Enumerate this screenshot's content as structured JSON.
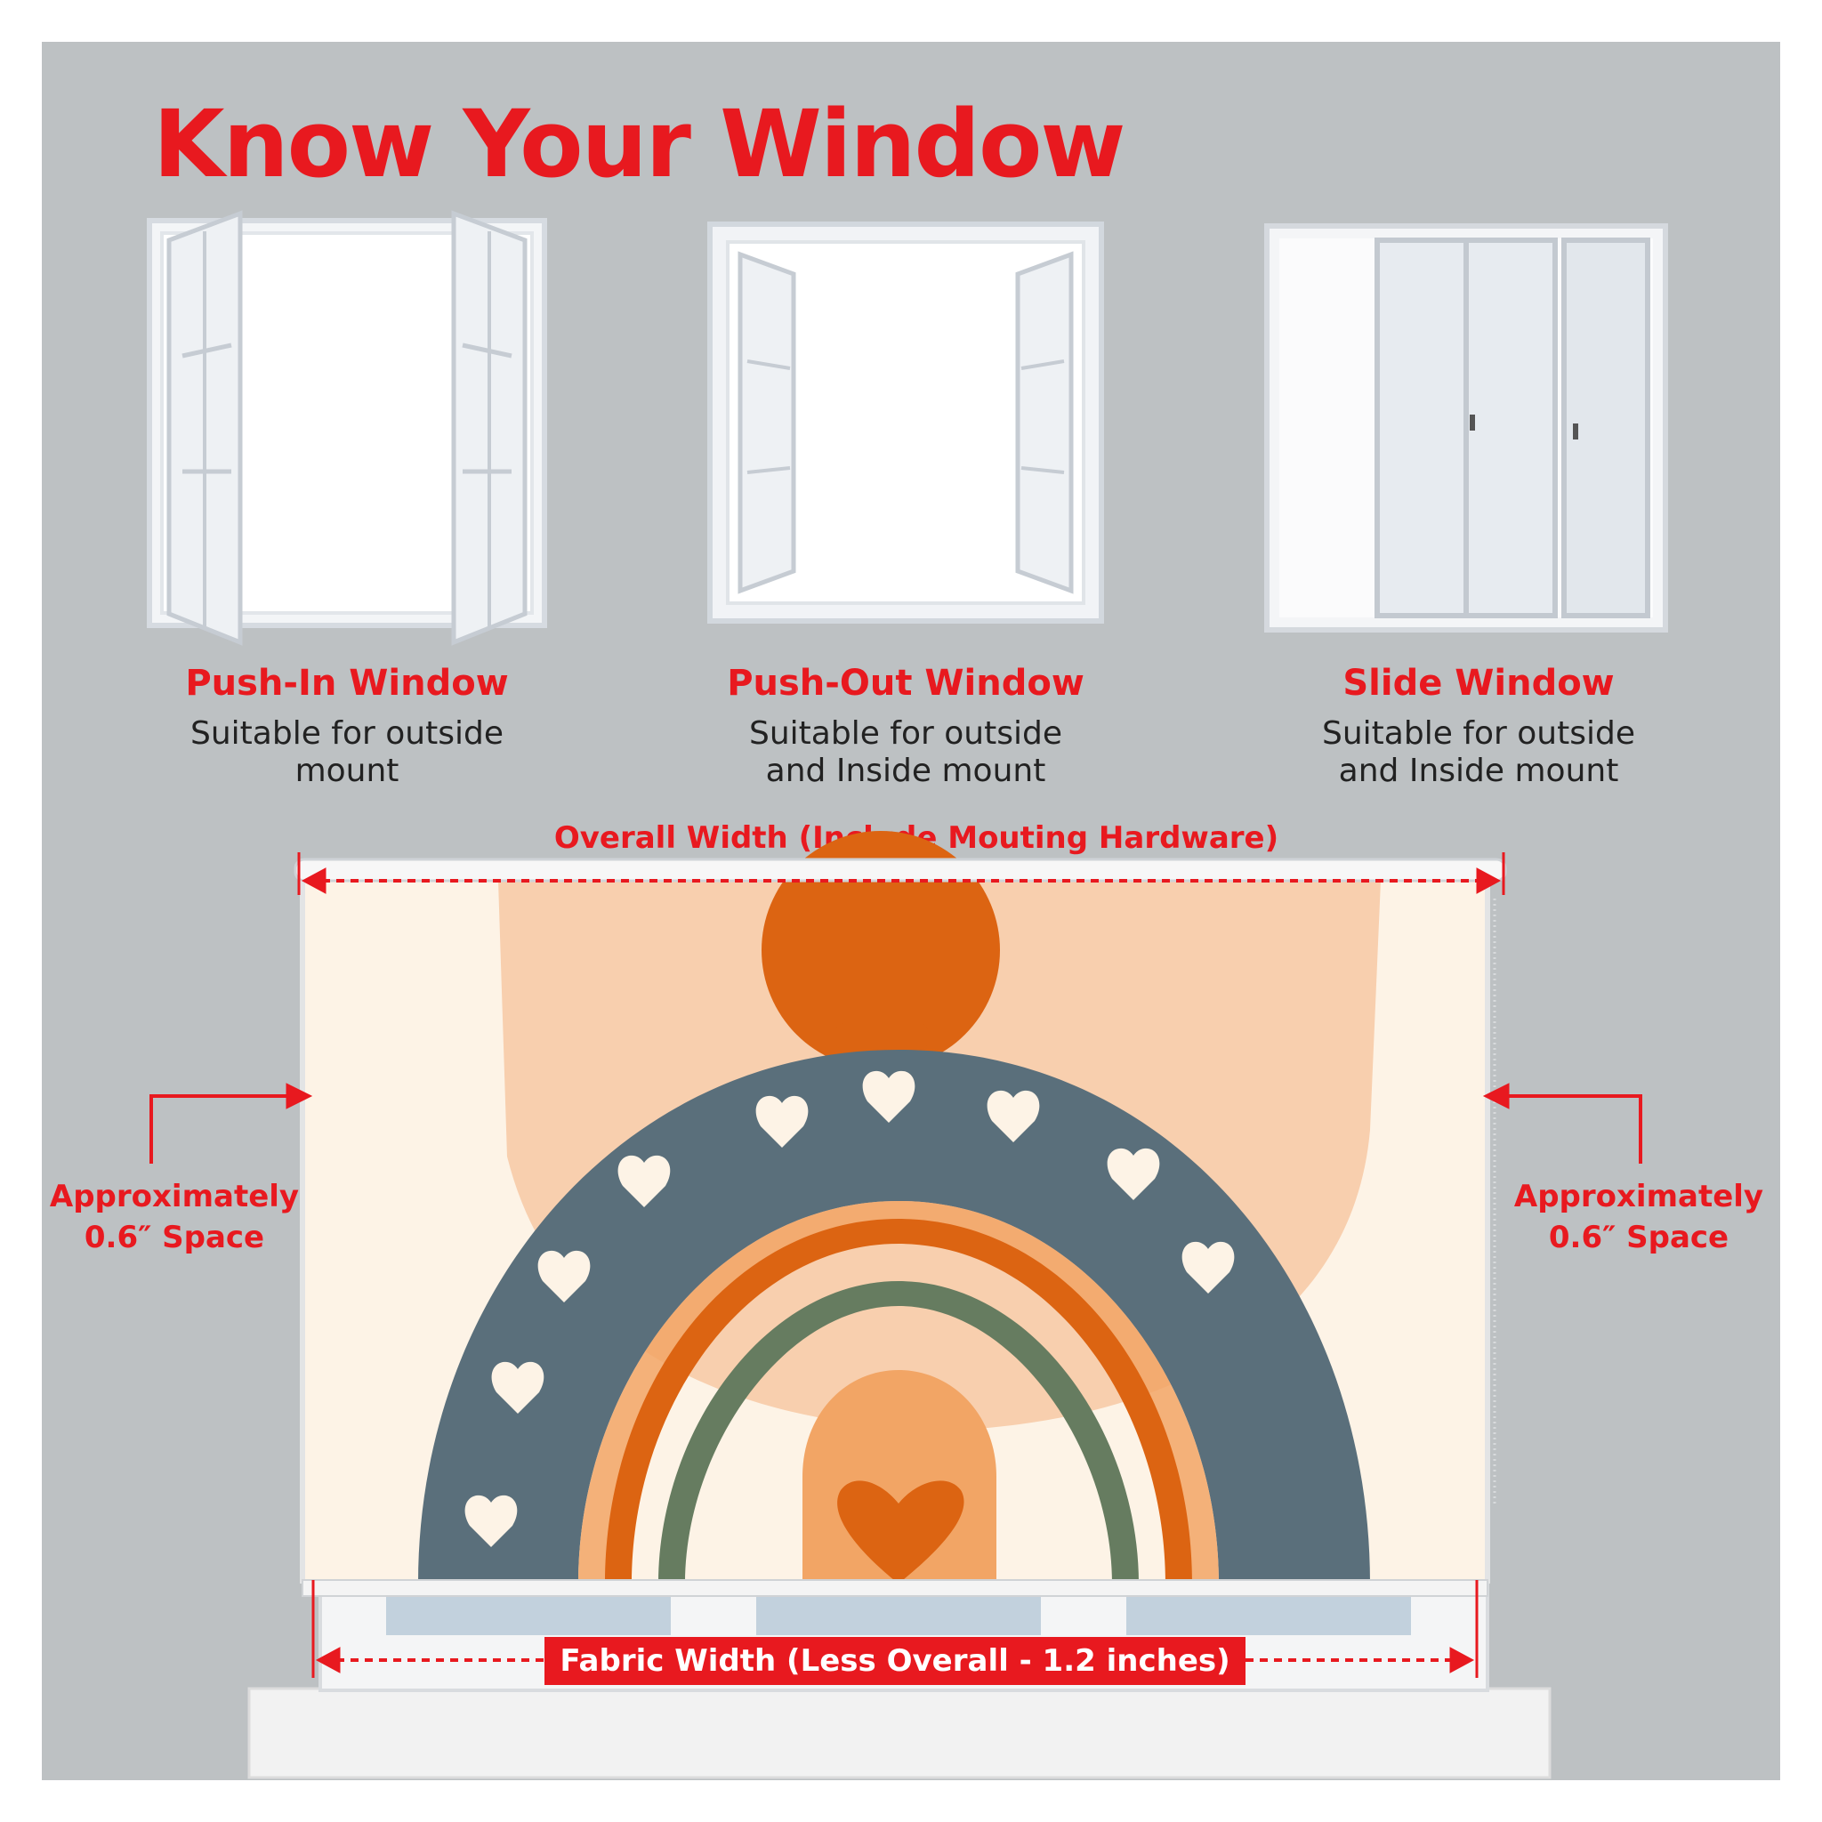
{
  "title": "Know Your Window",
  "windows": [
    {
      "name": "Push-In Window",
      "desc_lines": [
        "Suitable for outside",
        "mount"
      ]
    },
    {
      "name": "Push-Out Window",
      "desc_lines": [
        "Suitable for outside",
        "and Inside mount"
      ]
    },
    {
      "name": "Slide Window",
      "desc_lines": [
        "Suitable for outside",
        "and Inside mount"
      ]
    }
  ],
  "blind": {
    "overall_width_label": "Overall Width (Include Mouting Hardware)",
    "fabric_width_label": "Fabric Width (Less Overall - 1.2 inches)",
    "left_space": [
      "Approximately",
      "0.6″ Space"
    ],
    "right_space": [
      "Approximately",
      "0.6″ Space"
    ]
  },
  "colors": {
    "accent_red": "#e8191f",
    "background_gray": "#bdc1c3",
    "rainbow_slate": "#5a6f7b",
    "rainbow_orange": "#dc6412",
    "rainbow_green": "#667c60",
    "peach": "#f8cfae",
    "cream": "#fdf3e6"
  }
}
